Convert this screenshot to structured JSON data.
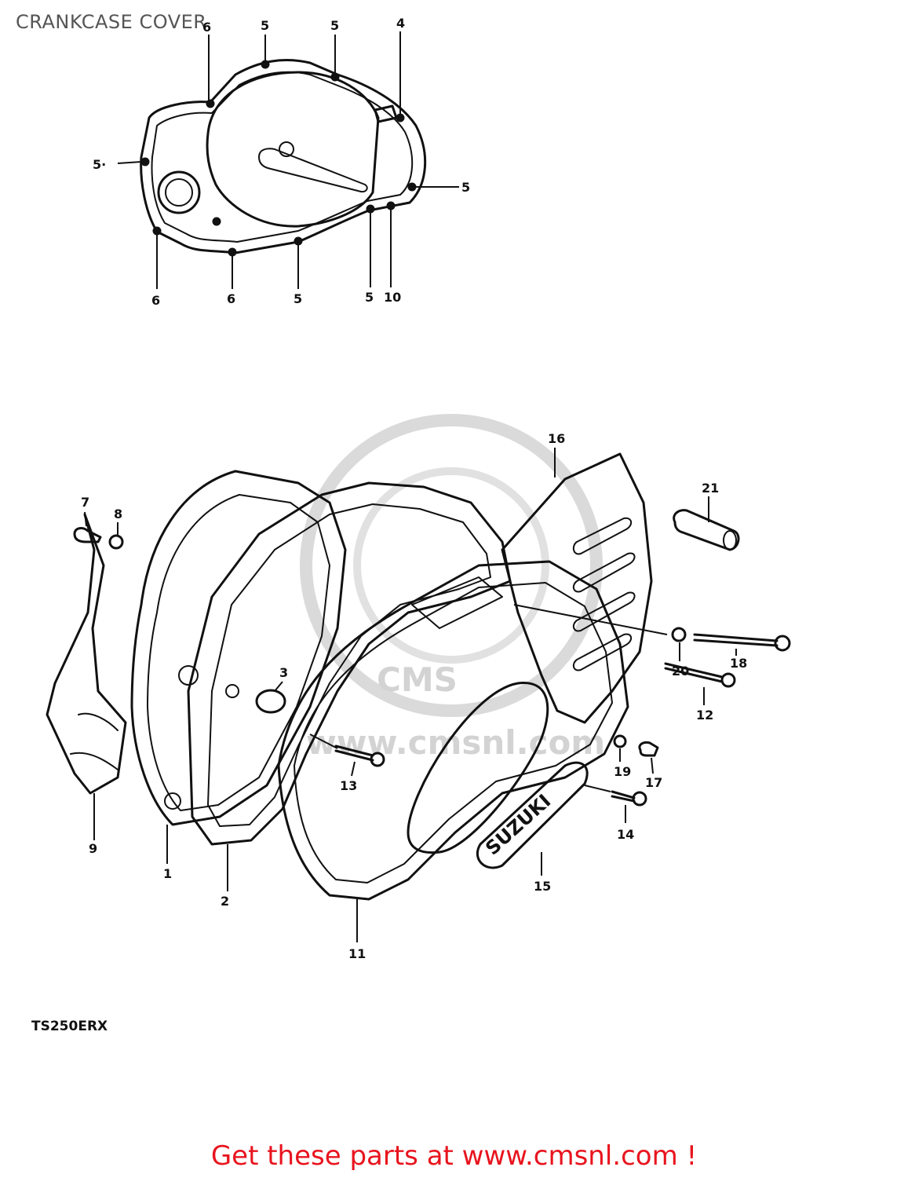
{
  "title": "CRANKCASE COVER",
  "model_code": "TS250ERX",
  "footer_cta": "Get these parts at www.cmsnl.com !",
  "watermark": {
    "text": "www.cmsnl.com",
    "mark": "CMS"
  },
  "brand_emblem": "SUZUKI",
  "colors": {
    "ink": "#111111",
    "footer": "#e8141e",
    "title": "#555555",
    "watermark": "#cfcfcf"
  },
  "callouts": {
    "top_6a": "6",
    "top_5a": "5",
    "top_5b": "5",
    "top_4": "4",
    "top_5c": "5·",
    "top_5d": "5",
    "top_6b": "6",
    "top_6c": "6",
    "top_5e": "5",
    "top_5f": "5",
    "top_10": "10",
    "c16": "16",
    "c21": "21",
    "c7": "7",
    "c8": "8",
    "c20": "20",
    "c18": "18",
    "c3": "3",
    "c12": "12",
    "c13": "13",
    "c19": "19",
    "c17": "17",
    "c14": "14",
    "c9": "9",
    "c1": "1",
    "c2": "2",
    "c15": "15",
    "c11": "11"
  }
}
